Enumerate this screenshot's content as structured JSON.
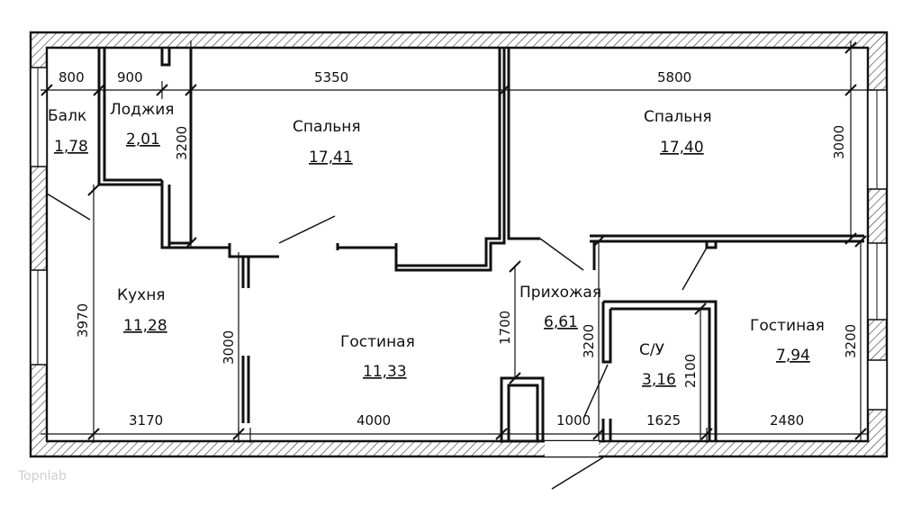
{
  "rooms": {
    "balcony": {
      "name": "Балк",
      "area": "1,78"
    },
    "loggia": {
      "name": "Лоджия",
      "area": "2,01"
    },
    "bedroom1": {
      "name": "Спальня",
      "area": "17,41"
    },
    "bedroom2": {
      "name": "Спальня",
      "area": "17,40"
    },
    "kitchen": {
      "name": "Кухня",
      "area": "11,28"
    },
    "living1": {
      "name": "Гостиная",
      "area": "11,33"
    },
    "hall": {
      "name": "Прихожая",
      "area": "6,61"
    },
    "bathroom": {
      "name": "С/У",
      "area": "3,16"
    },
    "living2": {
      "name": "Гостиная",
      "area": "7,94"
    }
  },
  "dimensions": {
    "top_800": "800",
    "top_900": "900",
    "top_5350": "5350",
    "top_5800": "5800",
    "v_3200_a": "3200",
    "v_3000_a": "3000",
    "v_3970": "3970",
    "v_3000_b": "3000",
    "v_1700": "1700",
    "v_3200_b": "3200",
    "v_3200_c": "3200",
    "v_2100": "2100",
    "bot_3170": "3170",
    "bot_4000": "4000",
    "bot_1000": "1000",
    "bot_1625": "1625",
    "bot_2480": "2480"
  },
  "watermark": "Topnlab"
}
